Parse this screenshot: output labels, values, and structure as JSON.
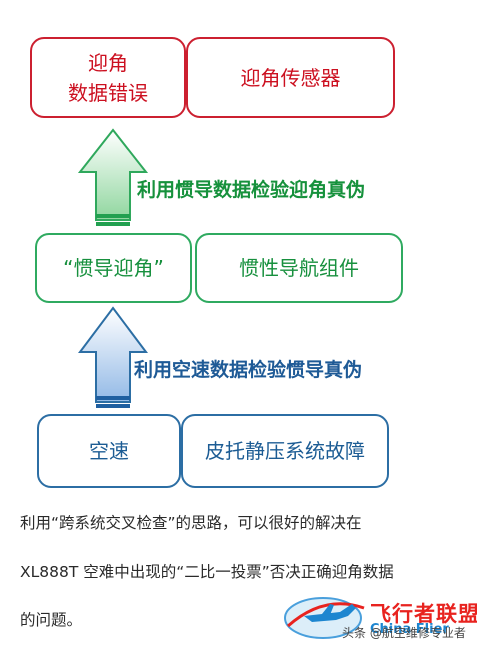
{
  "top_row": {
    "left_box": "迎角\n数据错误",
    "right_box": "迎角传感器"
  },
  "top_arrow_label": "利用惯导数据检验迎角真伪",
  "middle_row": {
    "left_box": "“惯导迎角”",
    "right_box": "惯性导航组件"
  },
  "bottom_arrow_label": "利用空速数据检验惯导真伪",
  "bottom_row": {
    "left_box": "空速",
    "right_box": "皮托静压系统故障"
  },
  "caption": {
    "line1": "利用“跨系统交叉检查”的思路，可以很好的解决在",
    "line2": "XL888T 空难中出现的“二比一投票”否决正确迎角数据",
    "line3": "的问题。"
  },
  "watermark": {
    "brand_cn": "飞行者联盟",
    "brand_en": "China Flier",
    "source": "头条 @航空维修专业者"
  },
  "colors": {
    "red": "#cc2030",
    "green": "#2faa60",
    "blue": "#2c6ea4"
  }
}
